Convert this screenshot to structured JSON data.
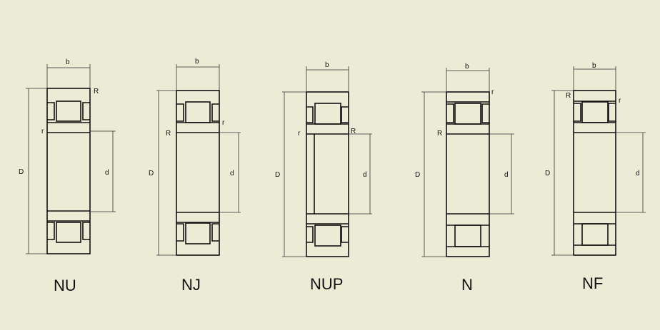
{
  "labels": {
    "width": "b",
    "outer_diameter": "D",
    "bore_diameter": "d",
    "fillet_large": "R",
    "fillet_small": "r"
  },
  "bearings": [
    {
      "type": "NU"
    },
    {
      "type": "NJ"
    },
    {
      "type": "NUP"
    },
    {
      "type": "N"
    },
    {
      "type": "NF"
    }
  ]
}
